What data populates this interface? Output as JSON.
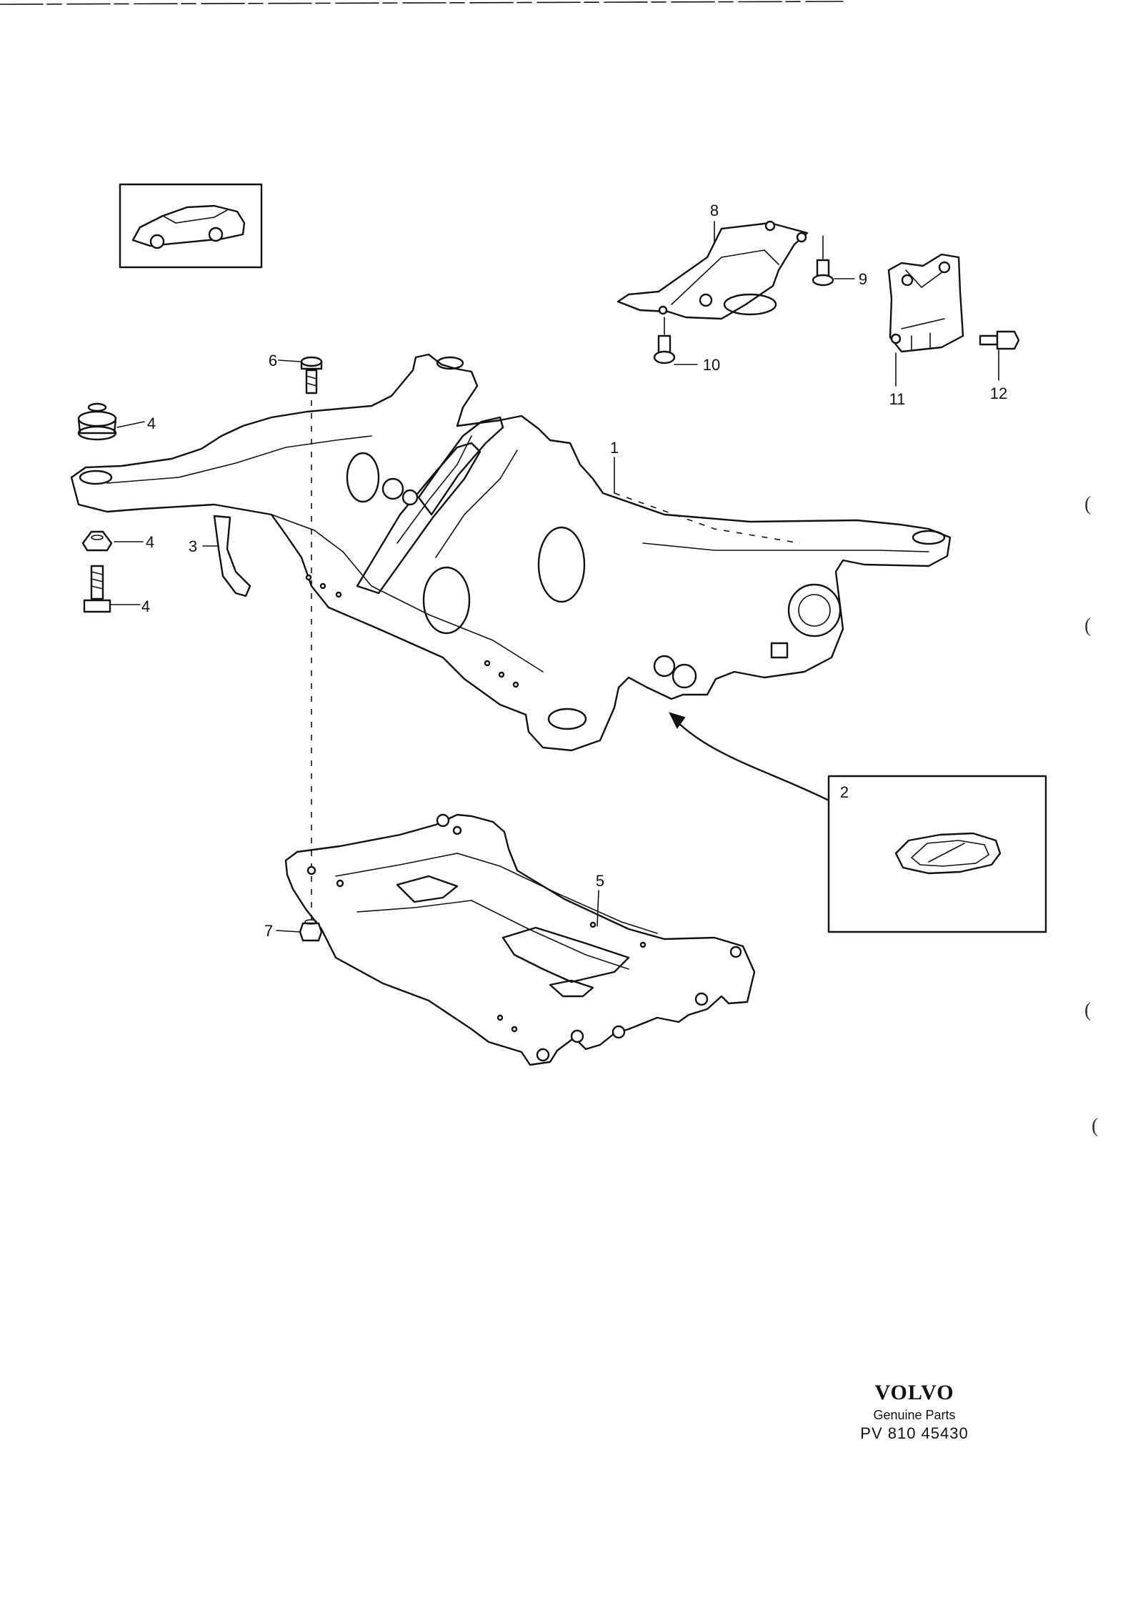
{
  "callouts": {
    "c1": "1",
    "c2": "2",
    "c3": "3",
    "c4a": "4",
    "c4b": "4",
    "c4c": "4",
    "c5": "5",
    "c6": "6",
    "c7": "7",
    "c8": "8",
    "c9": "9",
    "c10": "10",
    "c11": "11",
    "c12": "12"
  },
  "brand": {
    "logo": "VOLVO",
    "subtitle": "Genuine Parts",
    "code": "PV 810 45430"
  },
  "margin_marks": [
    "(",
    "(",
    "(",
    "("
  ],
  "icons": [
    "car-thumbnail-icon"
  ],
  "colors": {
    "ink": "#111111",
    "paper": "#ffffff"
  }
}
